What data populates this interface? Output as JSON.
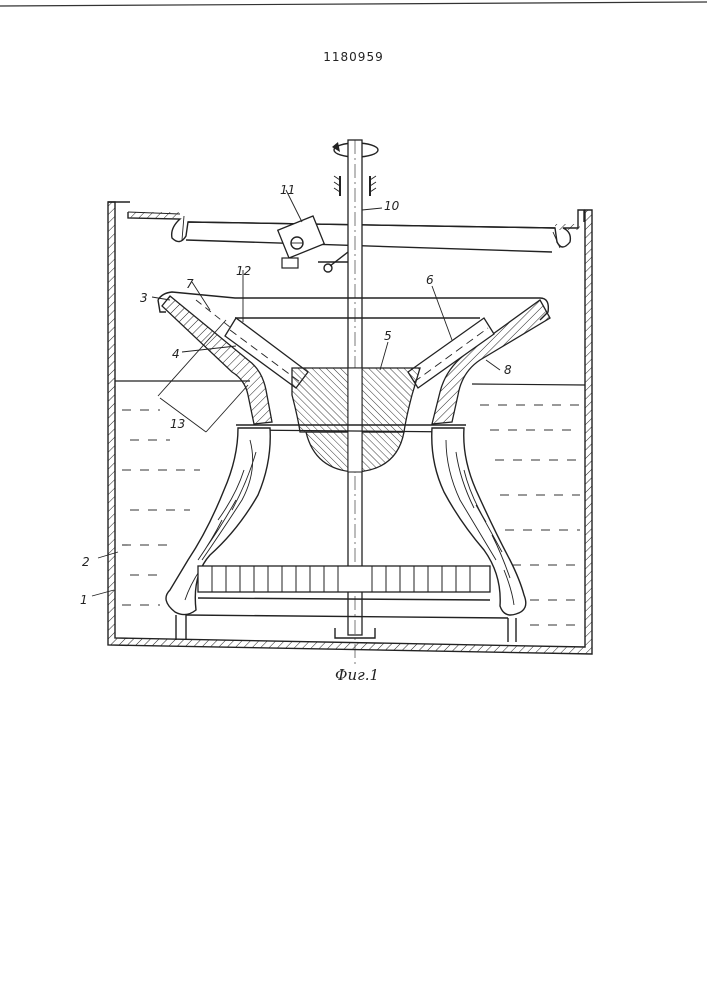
{
  "header": {
    "patent_number": "1180959"
  },
  "figure": {
    "caption": "Фиг.1",
    "labels": {
      "n1": "1",
      "n2": "2",
      "n3": "3",
      "n4": "4",
      "n5": "5",
      "n6": "6",
      "n7": "7",
      "n8": "8",
      "n10": "10",
      "n11": "11",
      "n12": "12",
      "n13": "13"
    }
  }
}
